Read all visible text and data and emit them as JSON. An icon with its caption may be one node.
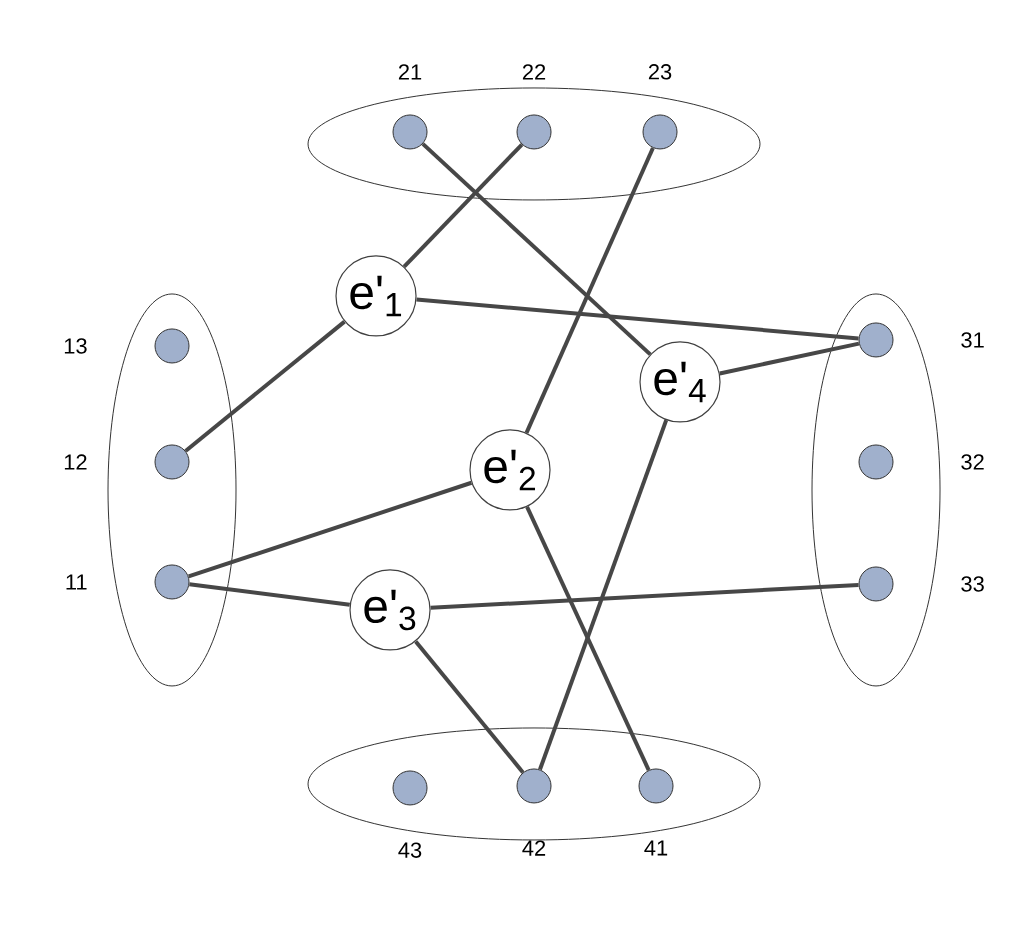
{
  "diagram": {
    "nodes": [
      {
        "text": [],
        "shape": "ellipse"
      },
      {
        "text": [],
        "shape": "circle",
        "in": 0,
        "beside": [
          "21"
        ]
      },
      {
        "text": [],
        "shape": "circle",
        "in": 0,
        "beside": [
          "22"
        ]
      },
      {
        "text": [],
        "shape": "circle",
        "in": 0,
        "beside": [
          "23"
        ]
      },
      {
        "text": [],
        "shape": "ellipse"
      },
      {
        "text": [],
        "shape": "circle",
        "in": 4,
        "beside": [
          "13"
        ]
      },
      {
        "text": [],
        "shape": "circle",
        "in": 4,
        "beside": [
          "12"
        ]
      },
      {
        "text": [],
        "shape": "circle",
        "in": 4,
        "beside": [
          "11"
        ]
      },
      {
        "text": [],
        "shape": "ellipse"
      },
      {
        "text": [],
        "shape": "circle",
        "in": 8,
        "beside": [
          "31"
        ]
      },
      {
        "text": [],
        "shape": "circle",
        "in": 8,
        "beside": [
          "32"
        ]
      },
      {
        "text": [],
        "shape": "circle",
        "in": 8,
        "beside": [
          "33"
        ]
      },
      {
        "text": [],
        "shape": "ellipse"
      },
      {
        "text": [],
        "shape": "circle",
        "in": 12,
        "beside": [
          "43"
        ]
      },
      {
        "text": [],
        "shape": "circle",
        "in": 12,
        "beside": [
          "42"
        ]
      },
      {
        "text": [],
        "shape": "circle",
        "in": 12,
        "beside": [
          "41"
        ]
      },
      {
        "text": [
          "e'$_{1}$"
        ]
      },
      {
        "text": [
          "e'$_{2}$"
        ]
      },
      {
        "text": [
          "e'$_{3}$"
        ]
      },
      {
        "text": [
          "e'$_{4}$"
        ]
      }
    ],
    "edges": [
      {
        "from": 16,
        "to": 2,
        "arrow": "none"
      },
      {
        "from": 16,
        "to": 6,
        "arrow": "none"
      },
      {
        "from": 16,
        "to": 9,
        "arrow": "none"
      },
      {
        "from": 1,
        "to": 19,
        "arrow": "none"
      },
      {
        "from": 19,
        "to": 9,
        "arrow": "none"
      },
      {
        "from": 19,
        "to": 14,
        "arrow": "none"
      },
      {
        "from": 17,
        "to": 3,
        "arrow": "none"
      },
      {
        "from": 17,
        "to": 7,
        "arrow": "none"
      },
      {
        "from": 17,
        "to": 15,
        "arrow": "none"
      },
      {
        "from": 18,
        "to": 7,
        "arrow": "none"
      },
      {
        "from": 18,
        "to": 11,
        "arrow": "none"
      },
      {
        "from": 18,
        "to": 14,
        "arrow": "none"
      }
    ]
  }
}
